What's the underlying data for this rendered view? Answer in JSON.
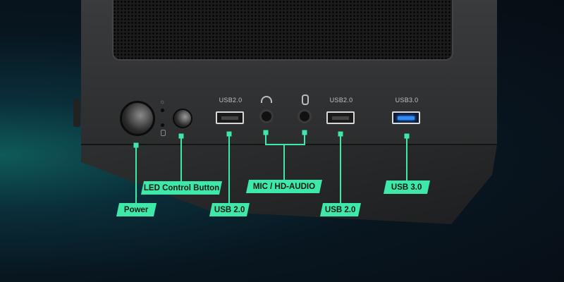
{
  "ports": {
    "usb2_left_label": "USB2.0",
    "usb2_right_label": "USB2.0",
    "usb3_label": "USB3.0"
  },
  "callouts": {
    "power": "Power",
    "led_control": "LED Control Button",
    "usb2_left": "USB 2.0",
    "audio": "MIC / HD-AUDIO",
    "usb2_right": "USB 2.0",
    "usb3": "USB 3.0"
  },
  "colors": {
    "accent": "#3ee8a8",
    "usb3_blue": "#2f8cff"
  }
}
